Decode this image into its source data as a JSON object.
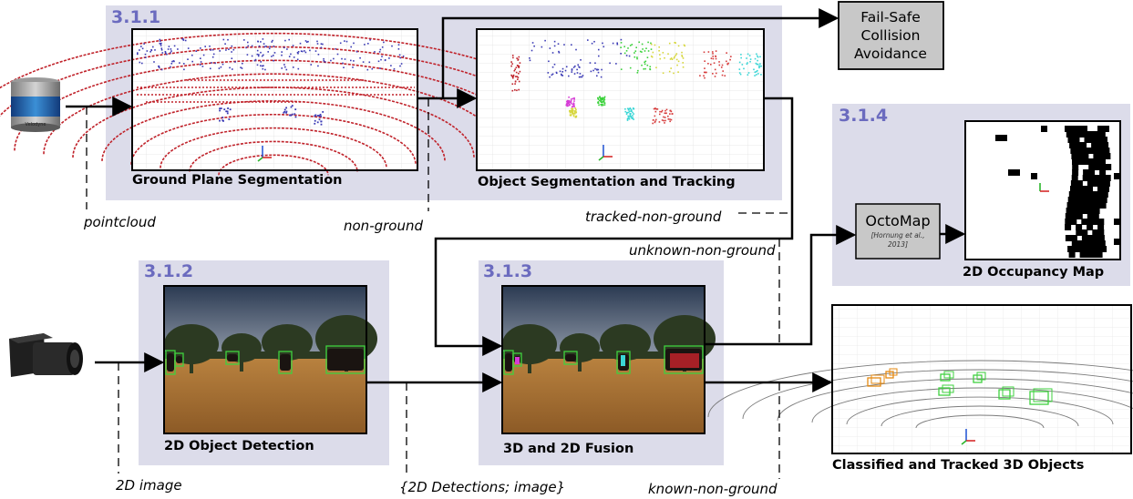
{
  "sections": {
    "s311": "3.1.1",
    "s312": "3.1.2",
    "s313": "3.1.3",
    "s314": "3.1.4"
  },
  "captions": {
    "ground_plane": "Ground Plane Segmentation",
    "object_seg": "Object Segmentation and Tracking",
    "detection2d": "2D Object Detection",
    "fusion": "3D and 2D Fusion",
    "occupancy": "2D Occupancy Map",
    "classified": "Classified and Tracked 3D Objects"
  },
  "failsafe": {
    "line1": "Fail-Safe",
    "line2": "Collision",
    "line3": "Avoidance"
  },
  "octomap": {
    "title": "OctoMap",
    "cite1": "[Hornung et al.,",
    "cite2": "2013]"
  },
  "flow_labels": {
    "pointcloud": "pointcloud",
    "non_ground": "non-ground",
    "tracked_non_ground": "tracked-non-ground",
    "unknown_non_ground": "unknown-non-ground",
    "image2d": "2D image",
    "detections": "{2D Detections; image}",
    "known_non_ground": "known-non-ground"
  },
  "sensor_text": {
    "lidar_brand": "Velodyne"
  },
  "colors": {
    "section_bg": "#dcdcea",
    "section_number": "#6b6bbf",
    "box_fill": "#c8c8c8",
    "ground_points": "#c0222a",
    "object_points": "#3b3bb5",
    "detection_box": "#3fd13f"
  }
}
